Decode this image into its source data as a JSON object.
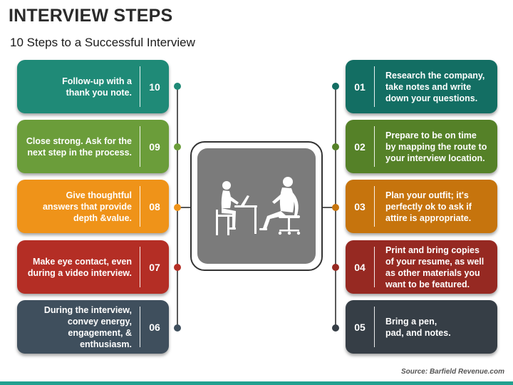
{
  "title": "INTERVIEW STEPS",
  "subtitle": "10 Steps to a Successful Interview",
  "source": "Source: Barfield Revenue.com",
  "colors": {
    "teal": "#1f8a77",
    "green": "#6b9d3a",
    "orange": "#ef9319",
    "red": "#b42e25",
    "slate": "#3f4f5d",
    "dark_teal": "#136e63",
    "olive": "#558128",
    "amber": "#c6740d",
    "dark_red": "#962922",
    "charcoal": "#363e46",
    "accent_bar": "#21a08f"
  },
  "center_image": {
    "icon": "interview-silhouette-icon"
  },
  "left_steps": [
    {
      "number": "10",
      "text": "Follow-up with a\nthank you note.",
      "color": "#1f8a77"
    },
    {
      "number": "09",
      "text": "Close strong. Ask for the\nnext step in the process.",
      "color": "#6b9d3a"
    },
    {
      "number": "08",
      "text": "Give thoughtful\nanswers that provide\ndepth &value.",
      "color": "#ef9319"
    },
    {
      "number": "07",
      "text": "Make eye contact, even\nduring a video interview.",
      "color": "#b42e25"
    },
    {
      "number": "06",
      "text": "During the interview,\nconvey energy,\nengagement, &\nenthusiasm.",
      "color": "#3f4f5d"
    }
  ],
  "right_steps": [
    {
      "number": "01",
      "text": "Research the company,\ntake notes and write\ndown your questions.",
      "color": "#136e63"
    },
    {
      "number": "02",
      "text": "Prepare to be on time\nby mapping the route to\nyour interview location.",
      "color": "#558128"
    },
    {
      "number": "03",
      "text": "Plan your outfit; it's\nperfectly ok to ask if\nattire is appropriate.",
      "color": "#c6740d"
    },
    {
      "number": "04",
      "text": "Print and bring copies\nof your resume, as well\nas other materials you\nwant to be featured.",
      "color": "#962922"
    },
    {
      "number": "05",
      "text": "Bring a pen,\npad, and notes.",
      "color": "#363e46"
    }
  ]
}
